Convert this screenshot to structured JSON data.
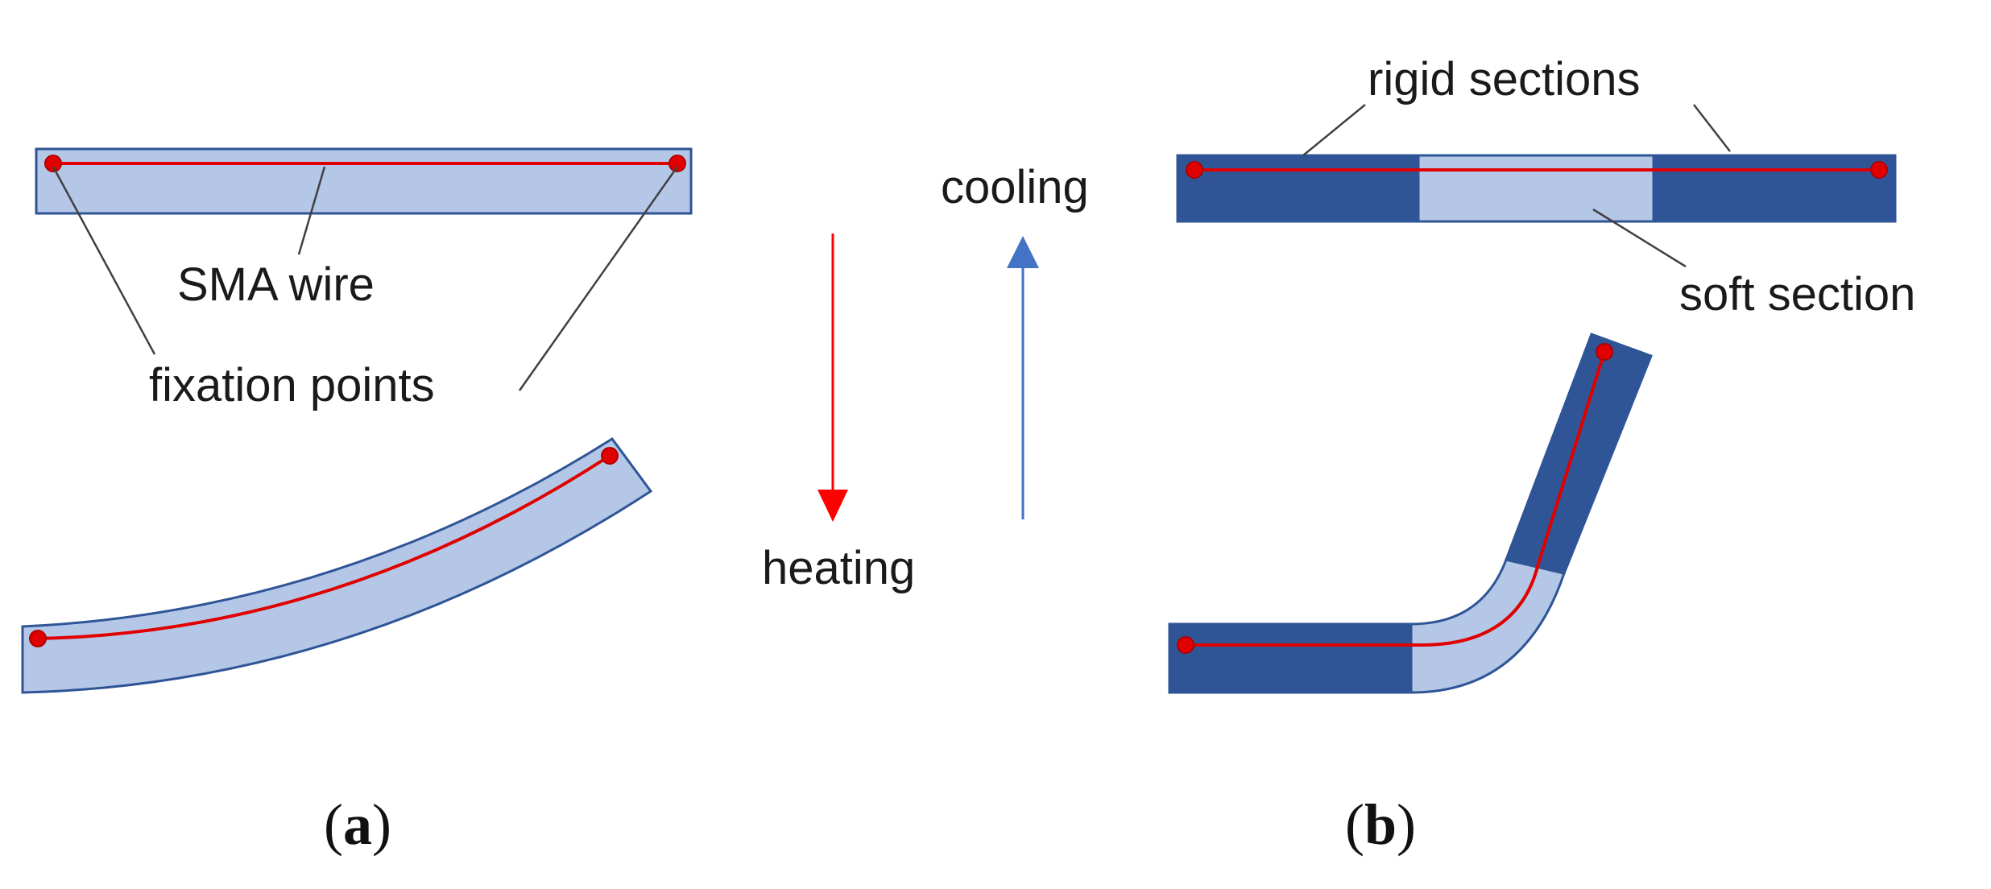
{
  "panel_a": {
    "labels": {
      "sma_wire": "SMA wire",
      "fixation_points": "fixation points"
    },
    "caption": {
      "open": "(",
      "letter": "a",
      "close": ")"
    }
  },
  "center": {
    "heating_label": "heating",
    "cooling_label": "cooling"
  },
  "panel_b": {
    "labels": {
      "rigid_sections": "rigid sections",
      "soft_section": "soft section"
    },
    "caption": {
      "open": "(",
      "letter": "b",
      "close": ")"
    }
  },
  "colors": {
    "soft_fill": "#b4c7e7",
    "rigid_fill": "#2f5597",
    "outline": "#2f5597",
    "wire": "#e00000",
    "fixation_point": "#e00000",
    "heating_arrow": "#ff0000",
    "cooling_arrow": "#4472c4",
    "leader_line": "#404040"
  },
  "icons": {
    "heating_arrow": "arrow-down",
    "cooling_arrow": "arrow-up",
    "fixation_point": "red-dot"
  }
}
